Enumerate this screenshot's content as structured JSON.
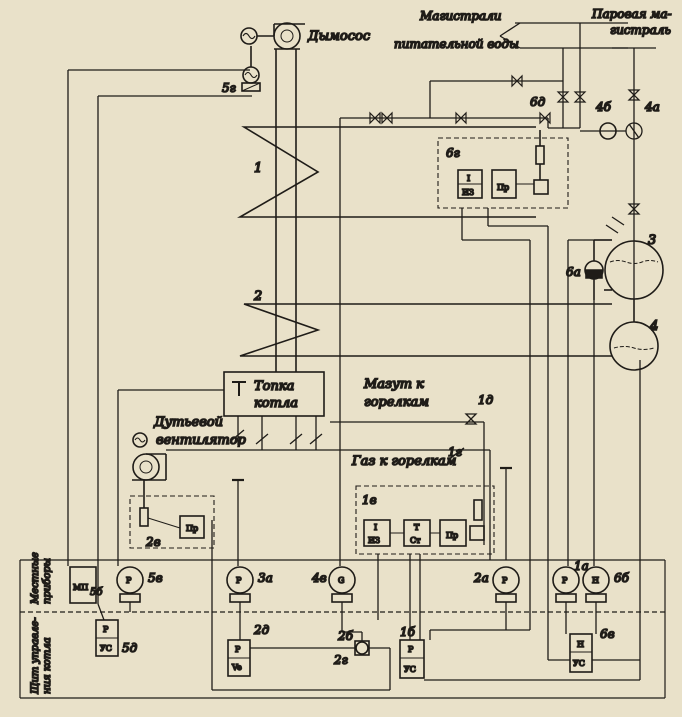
{
  "labels": {
    "smoke_exhauster": "Дымосос",
    "feed_water_lines_1": "Магистрали",
    "feed_water_lines_2": "питательной воды",
    "steam_main_1": "Паровая ма-",
    "steam_main_2": "гистраль",
    "furnace_1": "Топка",
    "furnace_2": "котла",
    "fuel_oil_1": "Мазут к",
    "fuel_oil_2": "горелкам",
    "gas": "Газ к горелкам",
    "blower_1": "Дутьевой",
    "blower_2": "вентилятор",
    "local_instruments_1": "Местные",
    "local_instruments_2": "приборы",
    "control_panel_1": "Щит управле-",
    "control_panel_2": "ния котла"
  },
  "positions": {
    "p1": "1",
    "p2": "2",
    "p3": "3",
    "p4": "4",
    "p5g": "5г",
    "p5b": "5б",
    "p5v": "5в",
    "p5d": "5д",
    "p6d": "6д",
    "p4b": "4б",
    "p4a": "4а",
    "p6g": "6г",
    "p6a": "6а",
    "p1d": "1д",
    "p1g": "1г",
    "p1v": "1в",
    "p1b": "1б",
    "p2v": "2в",
    "p3a": "3а",
    "p4v": "4в",
    "p2a": "2а",
    "p1a": "1а",
    "p6b": "6б",
    "p2d": "2д",
    "p2b": "2б",
    "p2g": "2г",
    "p6v": "6в"
  },
  "device_labels": {
    "MP": "МП",
    "Pr": "Пр",
    "I": "I",
    "IZ": "ИЗ",
    "St": "Ст",
    "P": "Р",
    "H": "Н",
    "G": "G",
    "Ve": "Ve",
    "US": "УС",
    "T": "T"
  }
}
